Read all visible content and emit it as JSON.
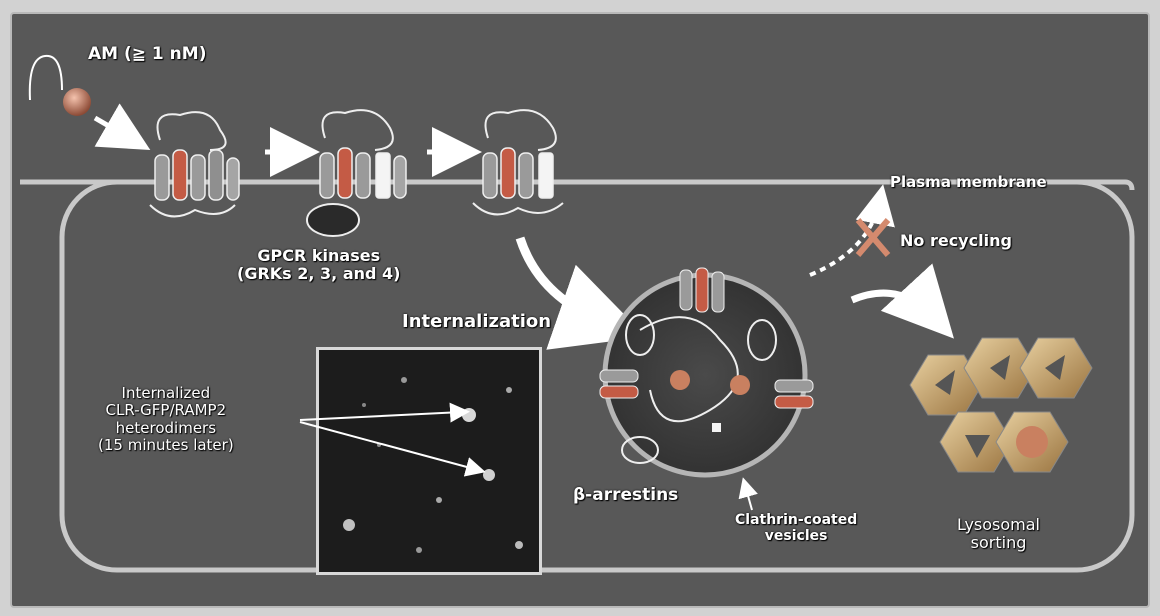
{
  "labels": {
    "ligand": "AM (≧ 1 nM)",
    "plasma_membrane": "Plasma membrane",
    "gpcr_kinases_line1": "GPCR kinases",
    "gpcr_kinases_line2": "(GRKs 2, 3, and 4)",
    "no_recycling": "No recycling",
    "internalization": "Internalization",
    "heterodimers_line1": "Internalized",
    "heterodimers_line2": "CLR-GFP/RAMP2",
    "heterodimers_line3": "heterodimers",
    "heterodimers_line4": "(15 minutes later)",
    "beta_arrestins": "β-arrestins",
    "clathrin_line1": "Clathrin-coated",
    "clathrin_line2": "vesicles",
    "lysosomal_line1": "Lysosomal",
    "lysosomal_line2": "sorting"
  },
  "colors": {
    "panel_bg": "#585858",
    "cell_outline": "#c9c9c9",
    "vesicle_fill": "#3a3a3a",
    "arrow_white": "#ffffff",
    "lysosome_gold": "#c9a56a",
    "ligand_ball": "#d48a6e"
  }
}
